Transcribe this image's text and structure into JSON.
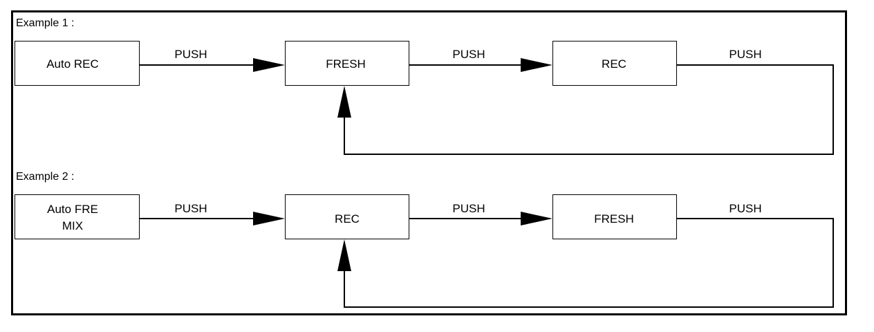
{
  "examples": [
    {
      "title": "Example 1 :",
      "nodes": [
        {
          "lines": [
            "Auto REC"
          ]
        },
        {
          "lines": [
            "FRESH"
          ]
        },
        {
          "lines": [
            "REC"
          ]
        }
      ],
      "edges": [
        {
          "from": 0,
          "to": 1,
          "label": "PUSH"
        },
        {
          "from": 1,
          "to": 2,
          "label": "PUSH"
        },
        {
          "from": 2,
          "to": 1,
          "label": "PUSH",
          "loop_back": true
        }
      ]
    },
    {
      "title": "Example 2 :",
      "nodes": [
        {
          "lines": [
            "Auto FRE",
            "MIX"
          ]
        },
        {
          "lines": [
            "REC"
          ]
        },
        {
          "lines": [
            "FRESH"
          ]
        }
      ],
      "edges": [
        {
          "from": 0,
          "to": 1,
          "label": "PUSH"
        },
        {
          "from": 1,
          "to": 2,
          "label": "PUSH"
        },
        {
          "from": 2,
          "to": 1,
          "label": "PUSH",
          "loop_back": true
        }
      ]
    }
  ]
}
